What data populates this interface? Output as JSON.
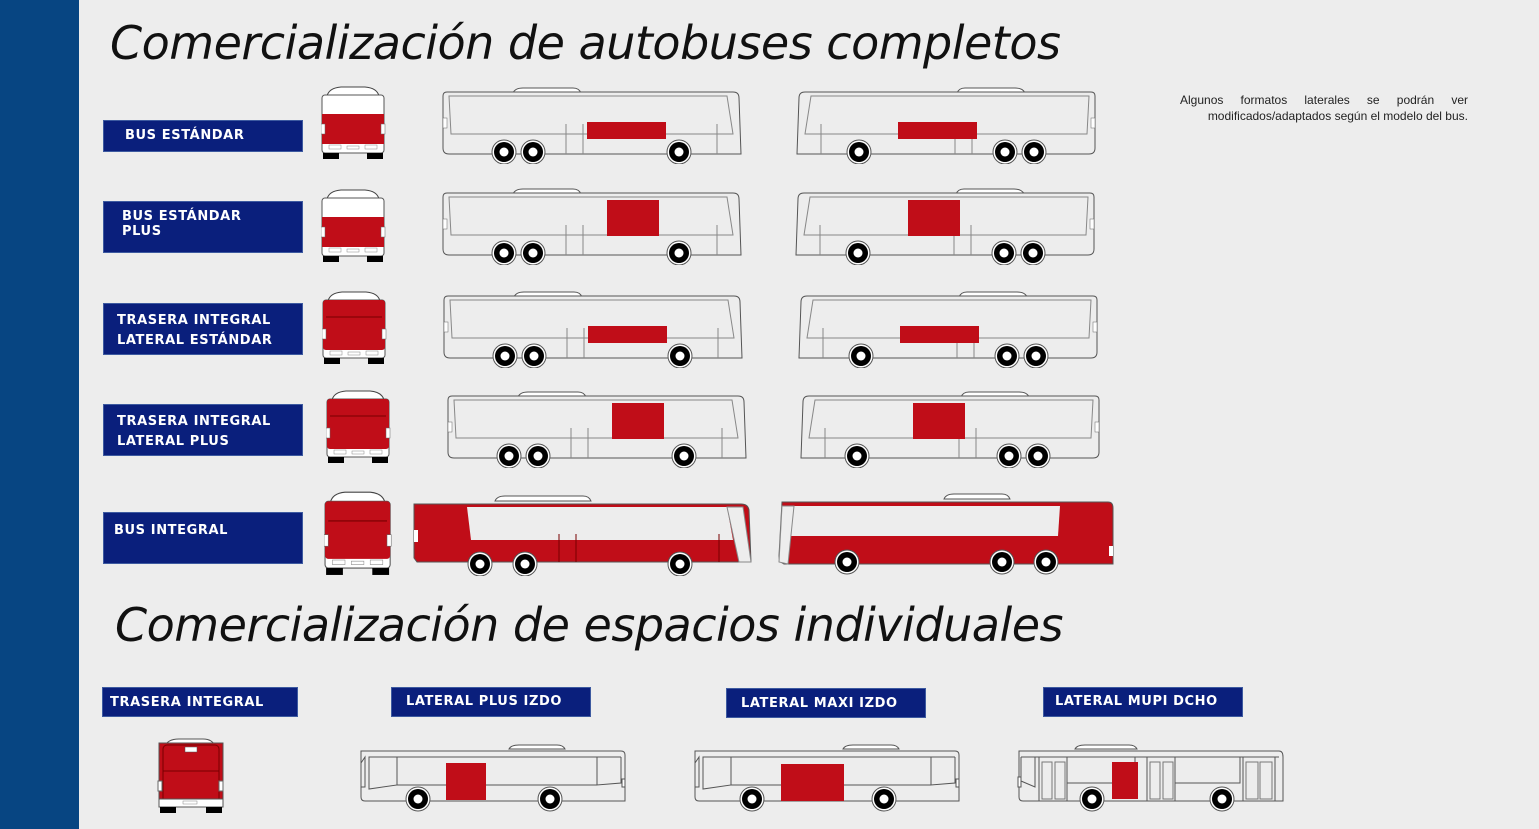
{
  "section_complete": {
    "title": "Comercialización de autobuses completos",
    "note": "Algunos formatos laterales se podrán ver modificados/adaptados según el modelo del bus.",
    "rows": [
      {
        "label_line1": "BUS ESTÁNDAR",
        "label_line2": "",
        "rear": "standard",
        "side": "standard"
      },
      {
        "label_line1": "BUS ESTÁNDAR",
        "label_line2": "PLUS",
        "rear": "standard",
        "side": "plus"
      },
      {
        "label_line1": "TRASERA INTEGRAL",
        "label_line2": "LATERAL ESTÁNDAR",
        "rear": "integral",
        "side": "standard"
      },
      {
        "label_line1": "TRASERA INTEGRAL",
        "label_line2": "LATERAL PLUS",
        "rear": "integral",
        "side": "plus"
      },
      {
        "label_line1": "BUS INTEGRAL",
        "label_line2": "",
        "rear": "integral",
        "side": "integral"
      }
    ]
  },
  "section_individual": {
    "title": "Comercialización de espacios individuales",
    "items": [
      {
        "label": "TRASERA INTEGRAL"
      },
      {
        "label": "LATERAL PLUS IZDO"
      },
      {
        "label": "LATERAL MAXI IZDO"
      },
      {
        "label": "LATERAL MUPI DCHO"
      }
    ]
  },
  "colors": {
    "sidebar": "#074582",
    "label_bg": "#0a1f7c",
    "ad_red": "#c00d18",
    "background": "#ededed"
  }
}
